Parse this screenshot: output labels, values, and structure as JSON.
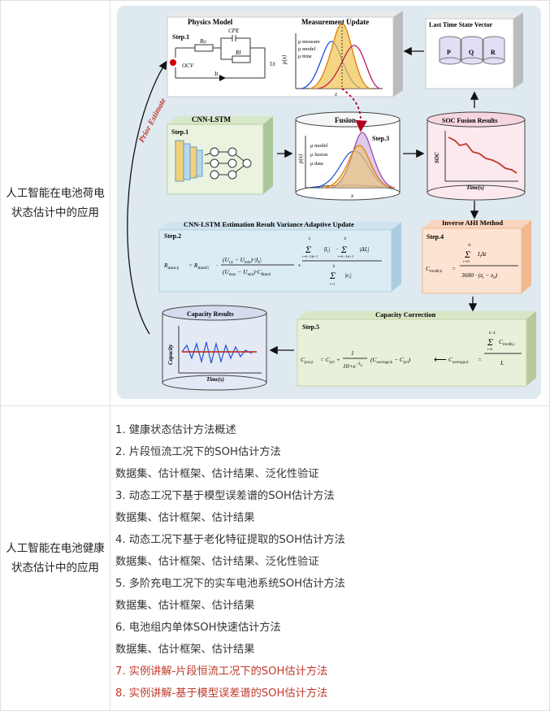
{
  "rows": [
    {
      "label": "人工智能在电池荷电状态估计中的应用"
    },
    {
      "label": "人工智能在电池健康状态估计中的应用"
    }
  ],
  "items": [
    {
      "text": "1. 健康状态估计方法概述",
      "highlight": false
    },
    {
      "text": "2. 片段恒流工况下的SOH估计方法",
      "highlight": false
    },
    {
      "text": "数据集、估计框架、估计结果、泛化性验证",
      "highlight": false
    },
    {
      "text": "3. 动态工况下基于模型误差谱的SOH估计方法",
      "highlight": false
    },
    {
      "text": "数据集、估计框架、估计结果",
      "highlight": false
    },
    {
      "text": "4. 动态工况下基于老化特征提取的SOH估计方法",
      "highlight": false
    },
    {
      "text": "数据集、估计框架、估计结果、泛化性验证",
      "highlight": false
    },
    {
      "text": "5. 多阶充电工况下的实车电池系统SOH估计方法",
      "highlight": false
    },
    {
      "text": "数据集、估计框架、估计结果",
      "highlight": false
    },
    {
      "text": "6. 电池组内单体SOH快速估计方法",
      "highlight": false
    },
    {
      "text": "数据集、估计框架、估计结果",
      "highlight": false
    },
    {
      "text": "7. 实例讲解-片段恒流工况下的SOH估计方法",
      "highlight": true
    },
    {
      "text": "8. 实例讲解-基于模型误差谱的SOH估计方法",
      "highlight": true
    }
  ],
  "colors": {
    "highlight": "#c0392b",
    "text": "#333333"
  },
  "diagram": {
    "physics_model": "Physics Model",
    "measurement_update": "Measurement Update",
    "last_state": "Last Time State Vector",
    "p": "P",
    "q": "Q",
    "r": "R",
    "step1": "Step.1",
    "step2": "Step.2",
    "step3": "Step.3",
    "step4": "Step.4",
    "step5": "Step.5",
    "ro": "Ro",
    "cpe": "CPE",
    "ri": "RI",
    "ocv": "OCV",
    "ut": "Ut",
    "it": "It",
    "prior": "Prior Estimate",
    "cnn": "CNN-LSTM",
    "fusion": "Fusion",
    "soc_fusion": "SOC Fusion Results",
    "mu_measure": "μ measure",
    "mu_model": "μ model",
    "mu_time": "μ time",
    "mu_model2": "μ model",
    "mu_fusion": "μ fusion",
    "mu_data": "μ data",
    "px": "p(x)",
    "x": "x",
    "soc": "SOC",
    "times": "Time(s)",
    "variance": "CNN-LSTM Estimation Result Variance Adaptive Update",
    "ahi": "Inverse AHI Method",
    "capacity_results": "Capacity Results",
    "capacity": "Capacity",
    "capacity_correction": "Capacity Correction",
    "f_rdata": "R",
    "f_rdata_sub": "data,k",
    "f_eq": "= R",
    "f_eq_sub": "dataG",
    "f_frac1_num": "(U",
    "f_frac1_num2": "t,k",
    "f_frac1_num3": " − U",
    "f_frac1_num4": "min",
    "f_frac1_num5": ")·|I",
    "f_frac1_num6": "k",
    "f_frac1_num7": "|",
    "f_frac1_den": "(U",
    "f_frac1_den2": "max",
    "f_frac1_den3": " − U",
    "f_frac1_den4": "min",
    "f_frac1_den5": ")·C",
    "f_frac1_den6": "Rated",
    "f_sum": "Σ",
    "f_abs_i": "|I",
    "f_abs_i2": "i",
    "f_abs_i3": "|",
    "f_dot": "·",
    "f_abs_di": "|ΔI",
    "f_abs_di2": "i",
    "f_abs_di3": "|",
    "f_abs_e": "|e",
    "f_abs_e2": "i",
    "f_abs_e3": "|",
    "f_plus": "+",
    "f_times": "·",
    "f_sum_top1": "k",
    "f_sum_bot1": "i=k−L",
    "f_sum_bot1b": "d",
    "f_sum_bot1c": "+1",
    "f_sum_top2": "k",
    "f_sum_bot2": "i=k−L",
    "f_sum_bot2b": "d",
    "f_sum_bot2c": "+1",
    "f_sum_top3": "k",
    "f_sum_bot3": "i=1",
    "f_cinv": "C",
    "f_cinv_sub": "invAh,k",
    "f_cinv_eq": "=",
    "f_ahi_top": "t",
    "f_ahi_top2": "1",
    "f_ahi_bot": "i=t",
    "f_ahi_bot2": "0",
    "f_ahi_num": "I",
    "f_ahi_num2": "i",
    "f_ahi_num3": "Δt",
    "f_ahi_den": "3600 · (z",
    "f_ahi_den2": "t",
    "f_ahi_den3": " − z",
    "f_ahi_den4": "0",
    "f_ahi_den5": ")",
    "f_cpos": "C",
    "f_cpos_sub": "pos,k",
    "f_cpos_eq": "= C",
    "f_cpri": "pri",
    "f_cpos_plus": " +",
    "f_one": "1",
    "f_den_a": "10+e",
    "f_den_exp": "−L",
    "f_den_exp2": "k",
    "f_paren": "(C",
    "f_avg": "average,k",
    "f_minus_c": " − C",
    "f_pri2": "pri",
    "f_close": ")",
    "f_arrow": "⟵",
    "f_cavg": "C",
    "f_cavg_sub": "average,k",
    "f_cavg_eq": "=",
    "f_sum4": "Σ",
    "f_sum4_top": "k+L",
    "f_sum4_bot": "i=k",
    "f_cinv2": "C",
    "f_cinv2_sub": "invAh,i",
    "f_l": "L"
  }
}
